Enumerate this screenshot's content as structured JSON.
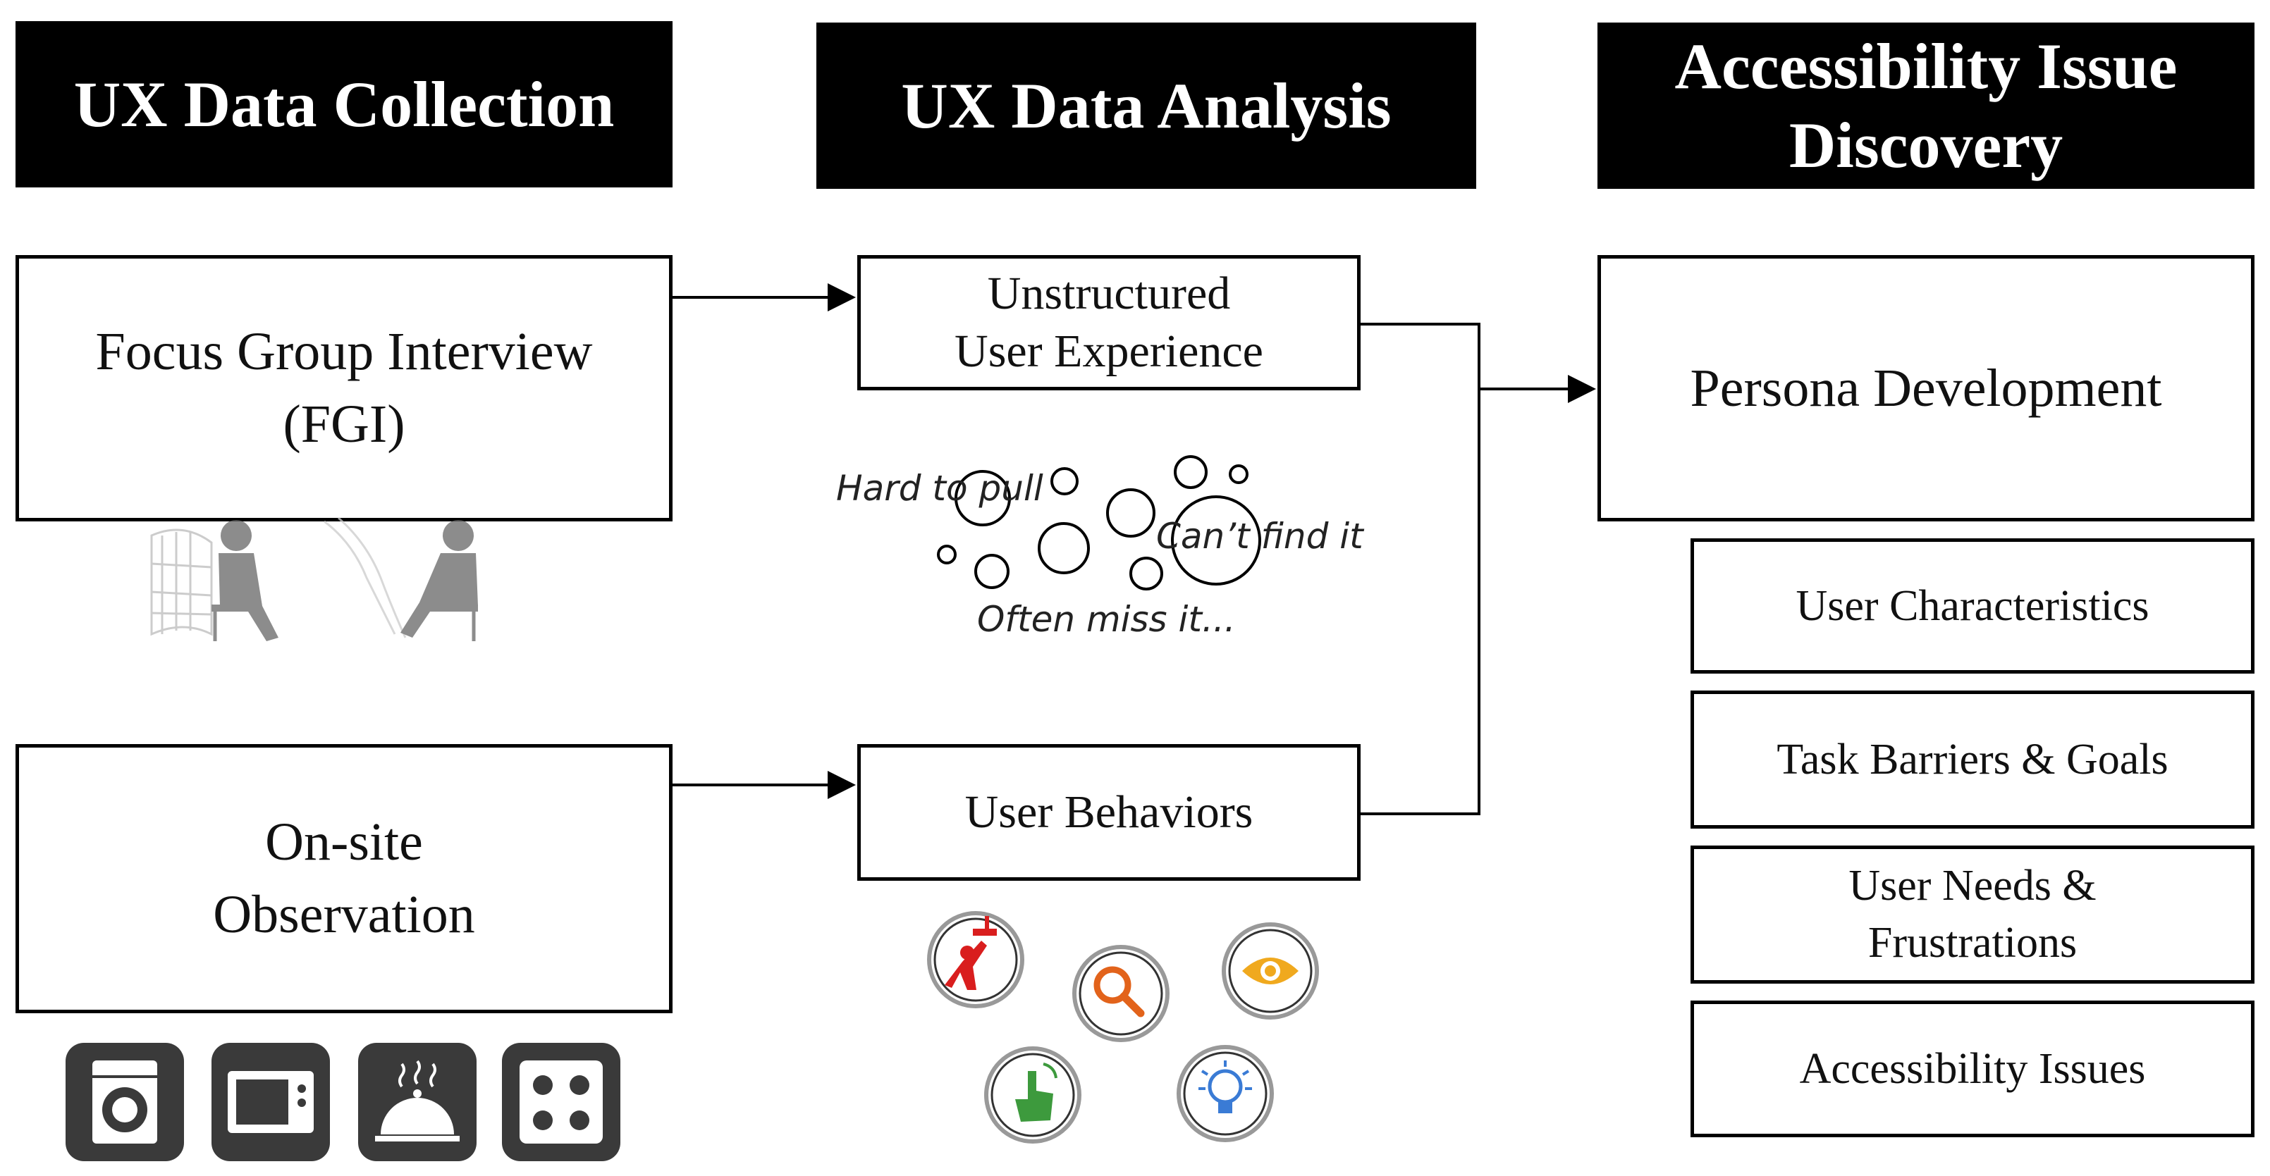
{
  "columns": {
    "collection": {
      "header": "UX Data Collection"
    },
    "analysis": {
      "header": "UX Data Analysis"
    },
    "discovery": {
      "header": "Accessibility Issue\nDiscovery"
    }
  },
  "collection_boxes": {
    "fgi": "Focus Group Interview\n(FGI)",
    "observation": "On-site\nObservation"
  },
  "analysis_boxes": {
    "unstructured": "Unstructured\nUser Experience",
    "behaviors": "User Behaviors"
  },
  "discovery_boxes": {
    "persona": "Persona Development",
    "items": [
      "User Characteristics",
      "Task Barriers & Goals",
      "User Needs &\nFrustrations",
      "Accessibility Issues"
    ]
  },
  "bubble_quotes": {
    "hard_to_pull": "Hard to pull",
    "cant_find": "Can’t find it",
    "often_miss": "Often miss it..."
  },
  "icons": {
    "appliances": [
      "washing-machine-icon",
      "microwave-icon",
      "food-cover-icon",
      "cooktop-icon"
    ],
    "behaviors": [
      "person-reaching-icon",
      "magnifier-icon",
      "eye-icon",
      "tap-hand-icon",
      "lightbulb-icon"
    ]
  }
}
